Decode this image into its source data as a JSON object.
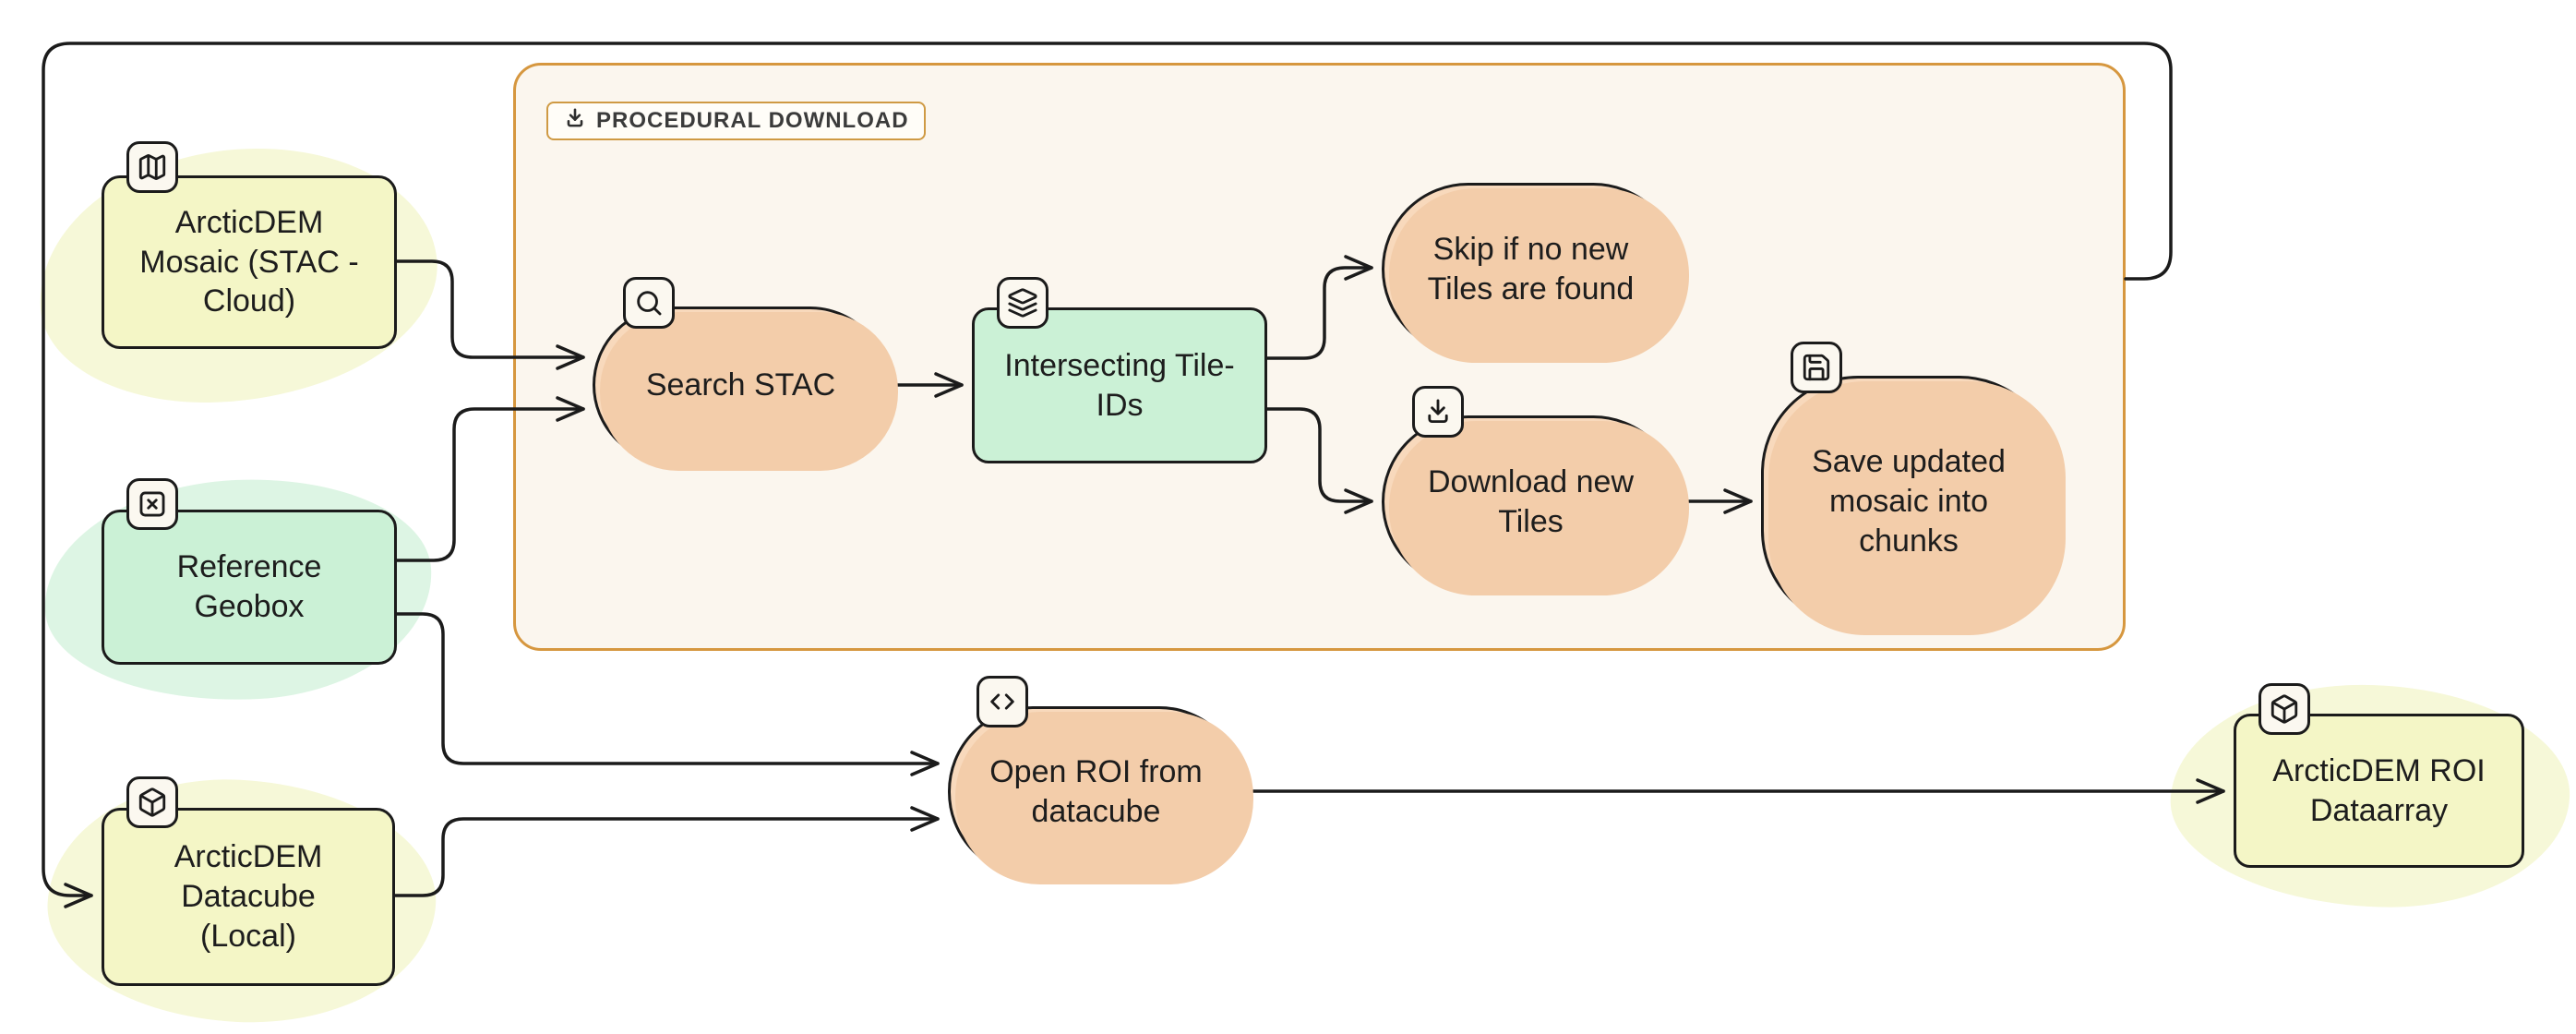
{
  "diagram": {
    "type": "flowchart",
    "group": {
      "label": "PROCEDURAL DOWNLOAD",
      "icon": "download-icon"
    },
    "nodes": {
      "mosaic": {
        "label": "ArcticDEM Mosaic (STAC - Cloud)",
        "icon": "map-icon",
        "color": "yellow"
      },
      "geobox": {
        "label": "Reference Geobox",
        "icon": "box-x-icon",
        "color": "green"
      },
      "datacube": {
        "label": "ArcticDEM Datacube (Local)",
        "icon": "cube-icon",
        "color": "yellow"
      },
      "search": {
        "label": "Search STAC",
        "icon": "search-icon",
        "color": "peach"
      },
      "tileids": {
        "label": "Intersecting Tile-IDs",
        "icon": "layers-icon",
        "color": "green"
      },
      "skip": {
        "label": "Skip if no new Tiles are found",
        "icon": null,
        "color": "peach"
      },
      "download": {
        "label": "Download new Tiles",
        "icon": "download-icon",
        "color": "peach"
      },
      "save": {
        "label": "Save updated mosaic into chunks",
        "icon": "save-icon",
        "color": "peach"
      },
      "openroi": {
        "label": "Open ROI from datacube",
        "icon": "code-icon",
        "color": "peach"
      },
      "roi": {
        "label": "ArcticDEM ROI Dataarray",
        "icon": "cube-icon",
        "color": "yellow"
      }
    },
    "edges": [
      {
        "from": "mosaic",
        "to": "search"
      },
      {
        "from": "geobox",
        "to": "search"
      },
      {
        "from": "geobox",
        "to": "openroi"
      },
      {
        "from": "datacube",
        "to": "openroi"
      },
      {
        "from": "search",
        "to": "tileids"
      },
      {
        "from": "tileids",
        "to": "skip"
      },
      {
        "from": "tileids",
        "to": "download"
      },
      {
        "from": "download",
        "to": "save"
      },
      {
        "from": "openroi",
        "to": "roi"
      },
      {
        "from": "procedural-download-group",
        "to": "datacube"
      }
    ],
    "colors": {
      "canvas": "#ffffff",
      "stroke": "#1b1b1b",
      "yellow_fill": "#f4f6c6",
      "yellow_highlight": "#f6f8d8",
      "green_fill": "#cbf1d6",
      "green_highlight": "#ddf5e4",
      "peach_fill": "#f8d9bc",
      "peach_shadow": "#f3cdaa",
      "group_border": "#d6973f",
      "group_fill": "#fbf6ee"
    }
  }
}
